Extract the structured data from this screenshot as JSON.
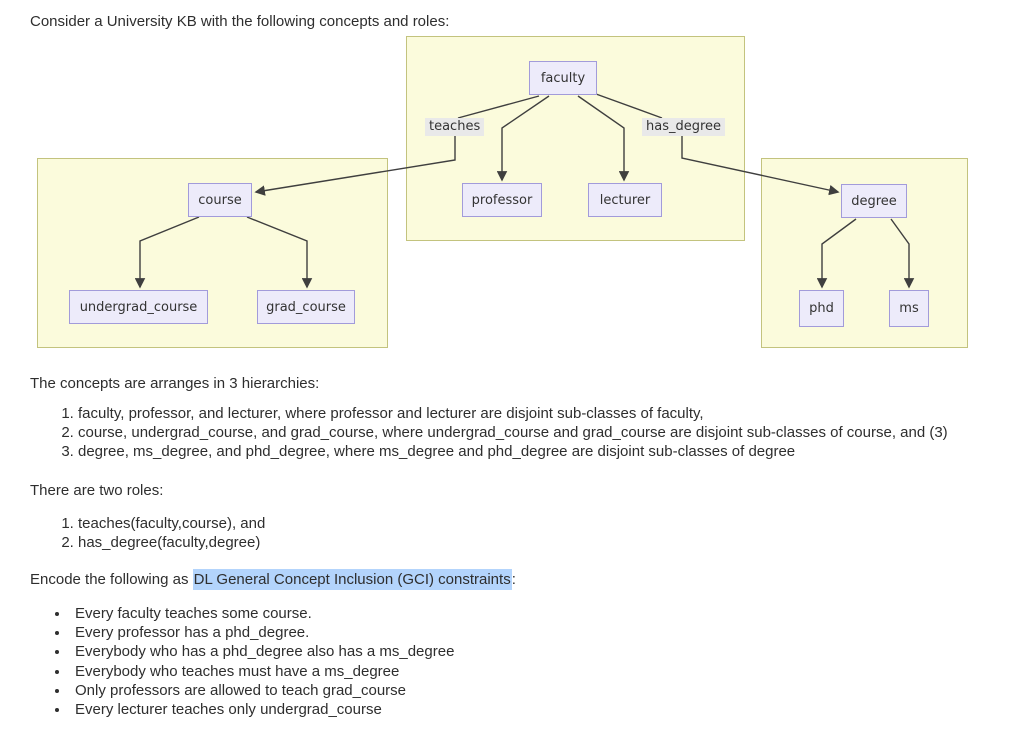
{
  "page": {
    "intro": "Consider a University KB with the following concepts and roles:",
    "hierarchies_heading": "The concepts are arranges in 3 hierarchies:",
    "hierarchies": [
      "faculty, professor, and lecturer, where professor and lecturer are disjoint sub-classes of faculty,",
      "course, undergrad_course, and grad_course, where undergrad_course and grad_course are disjoint sub-classes of course, and (3)",
      "degree, ms_degree, and phd_degree, where ms_degree and phd_degree are disjoint sub-classes of degree"
    ],
    "roles_heading": "There are two roles:",
    "roles": [
      "teaches(faculty,course), and",
      "has_degree(faculty,degree)"
    ],
    "encode_prefix": "Encode the following as ",
    "encode_highlight": "DL General Concept Inclusion (GCI) constraints",
    "encode_suffix": ":",
    "constraints": [
      "Every faculty teaches some course.",
      "Every professor has a phd_degree.",
      "Everybody who has a phd_degree also has a ms_degree",
      "Everybody who teaches must have a ms_degree",
      "Only professors are allowed to teach grad_course",
      "Every lecturer teaches only undergrad_course"
    ]
  },
  "diagram": {
    "nodes": {
      "faculty": "faculty",
      "professor": "professor",
      "lecturer": "lecturer",
      "course": "course",
      "undergrad_course": "undergrad_course",
      "grad_course": "grad_course",
      "degree": "degree",
      "phd": "phd",
      "ms": "ms"
    },
    "roles": {
      "teaches": "teaches",
      "has_degree": "has_degree"
    },
    "colors": {
      "group_fill": "#fbfbdc",
      "group_border": "#c3c37e",
      "node_fill": "#edebfa",
      "node_border": "#a29bda",
      "role_label_bg": "#e9e9e9",
      "arrow": "#3f3f3f",
      "text_highlight": "#b3d4fc"
    }
  }
}
